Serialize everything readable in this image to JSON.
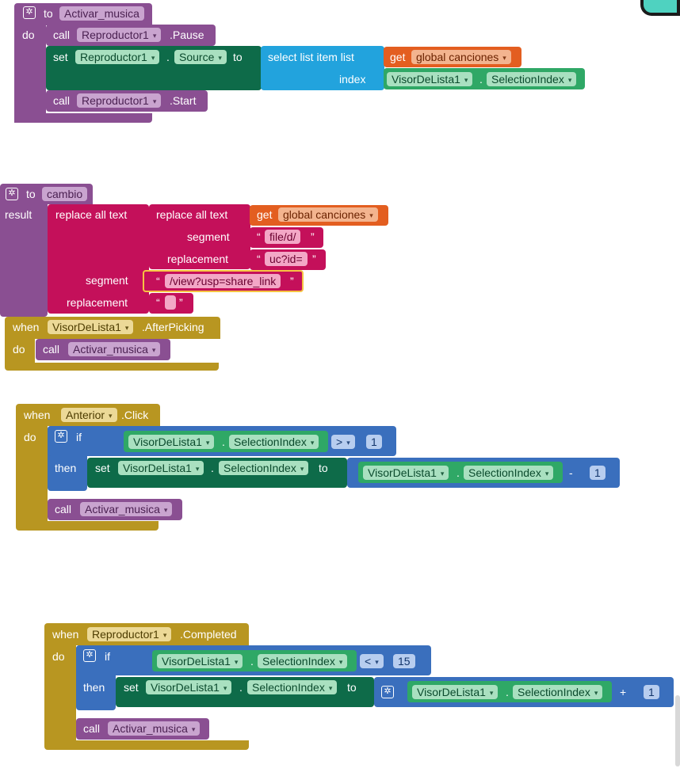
{
  "keywords": {
    "to": "to",
    "do": "do",
    "call": "call",
    "set": "set",
    "get": "get",
    "result": "result",
    "when": "when",
    "if": "if",
    "then": "then",
    "select_list_item": "select list item  list",
    "index": "index",
    "replace_all_text": "replace all text",
    "segment": "segment",
    "replacement": "replacement",
    "dot": ".",
    "open_quote": "“",
    "close_quote": "”"
  },
  "components": {
    "player": "Reproductor1",
    "list_picker": "VisorDeLista1",
    "back_button": "Anterior"
  },
  "members": {
    "pause": ".Pause",
    "start": ".Start",
    "source": "Source",
    "selection_index": "SelectionIndex",
    "after_picking": ".AfterPicking",
    "click": ".Click",
    "completed": ".Completed"
  },
  "variables": {
    "songs": "global canciones"
  },
  "procedures": {
    "play_music": "Activar_musica",
    "change": "cambio"
  },
  "strings": {
    "seg1": "file/d/",
    "rep1": "uc?id=",
    "seg2": "/view?usp=share_link",
    "rep2": ""
  },
  "operators": {
    "gt": ">",
    "lt": "<",
    "minus": "-",
    "plus": "+"
  },
  "numbers": {
    "one": "1",
    "fifteen": "15"
  },
  "colors": {
    "procedure": "#8a4f92",
    "component_set": "#0e6b49",
    "list": "#22a3dd",
    "variable": "#e35e20",
    "component_get": "#2fa866",
    "text": "#c4105a",
    "event": "#b89621",
    "math_logic": "#3a6fbd"
  }
}
